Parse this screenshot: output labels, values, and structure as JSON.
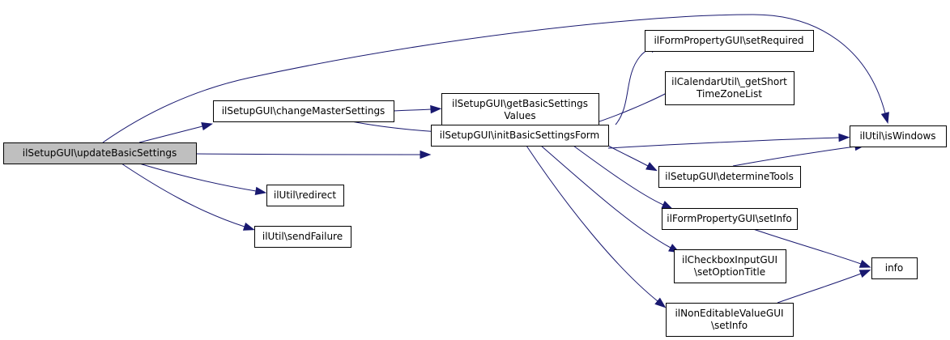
{
  "nodes": {
    "updateBasicSettings": {
      "lines": [
        "ilSetupGUI\\updateBasicSettings"
      ],
      "root": true
    },
    "changeMasterSettings": {
      "lines": [
        "ilSetupGUI\\changeMasterSettings"
      ]
    },
    "getBasicSettingsValues": {
      "lines": [
        "ilSetupGUI\\getBasicSettings",
        "Values"
      ]
    },
    "initBasicSettingsForm": {
      "lines": [
        "ilSetupGUI\\initBasicSettingsForm"
      ]
    },
    "redirect": {
      "lines": [
        "ilUtil\\redirect"
      ]
    },
    "sendFailure": {
      "lines": [
        "ilUtil\\sendFailure"
      ]
    },
    "setRequired": {
      "lines": [
        "ilFormPropertyGUI\\setRequired"
      ]
    },
    "getShortTimeZoneList": {
      "lines": [
        "ilCalendarUtil\\_getShort",
        "TimeZoneList"
      ]
    },
    "isWindows": {
      "lines": [
        "ilUtil\\isWindows"
      ]
    },
    "determineTools": {
      "lines": [
        "ilSetupGUI\\determineTools"
      ]
    },
    "setInfo": {
      "lines": [
        "ilFormPropertyGUI\\setInfo"
      ]
    },
    "setOptionTitle": {
      "lines": [
        "ilCheckboxInputGUI",
        "\\setOptionTitle"
      ]
    },
    "nonEditableSetInfo": {
      "lines": [
        "ilNonEditableValueGUI",
        "\\setInfo"
      ]
    },
    "info": {
      "lines": [
        "info"
      ]
    }
  },
  "edges": [
    {
      "from": "updateBasicSettings",
      "to": "isWindows"
    },
    {
      "from": "updateBasicSettings",
      "to": "changeMasterSettings"
    },
    {
      "from": "updateBasicSettings",
      "to": "initBasicSettingsForm"
    },
    {
      "from": "updateBasicSettings",
      "to": "redirect"
    },
    {
      "from": "updateBasicSettings",
      "to": "sendFailure"
    },
    {
      "from": "changeMasterSettings",
      "to": "getBasicSettingsValues"
    },
    {
      "from": "changeMasterSettings",
      "to": "initBasicSettingsForm"
    },
    {
      "from": "initBasicSettingsForm",
      "to": "setRequired"
    },
    {
      "from": "initBasicSettingsForm",
      "to": "getShortTimeZoneList"
    },
    {
      "from": "initBasicSettingsForm",
      "to": "isWindows"
    },
    {
      "from": "initBasicSettingsForm",
      "to": "determineTools"
    },
    {
      "from": "initBasicSettingsForm",
      "to": "setInfo"
    },
    {
      "from": "initBasicSettingsForm",
      "to": "setOptionTitle"
    },
    {
      "from": "initBasicSettingsForm",
      "to": "nonEditableSetInfo"
    },
    {
      "from": "determineTools",
      "to": "isWindows"
    },
    {
      "from": "setInfo",
      "to": "info"
    },
    {
      "from": "nonEditableSetInfo",
      "to": "info"
    }
  ],
  "colors": {
    "edge": "#191970",
    "root_fill": "#bfbfbf",
    "node_fill": "#ffffff",
    "border": "#000000"
  }
}
